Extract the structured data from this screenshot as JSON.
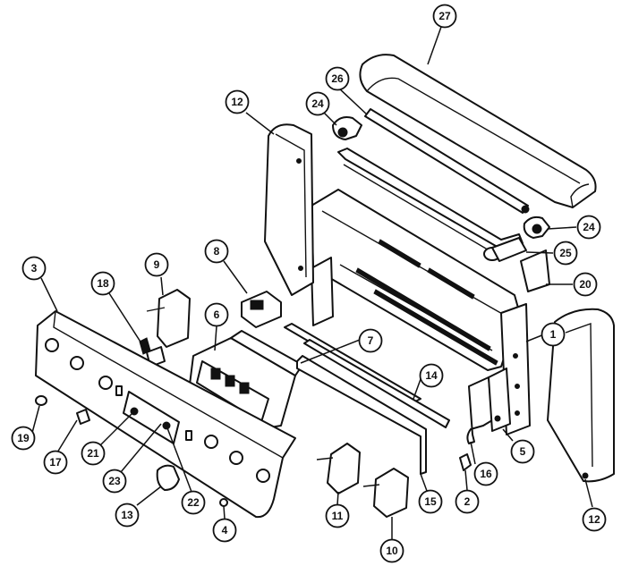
{
  "callouts": [
    {
      "id": "c27a",
      "label": "27"
    },
    {
      "id": "c26",
      "label": "26"
    },
    {
      "id": "c24a",
      "label": "24"
    },
    {
      "id": "c12a",
      "label": "12"
    },
    {
      "id": "c24b",
      "label": "24"
    },
    {
      "id": "c25",
      "label": "25"
    },
    {
      "id": "c20",
      "label": "20"
    },
    {
      "id": "c9",
      "label": "9"
    },
    {
      "id": "c8",
      "label": "8"
    },
    {
      "id": "c3",
      "label": "3"
    },
    {
      "id": "c18a",
      "label": "18"
    },
    {
      "id": "c6",
      "label": "6"
    },
    {
      "id": "c7",
      "label": "7"
    },
    {
      "id": "c1",
      "label": "1"
    },
    {
      "id": "c14",
      "label": "14"
    },
    {
      "id": "c19",
      "label": "19"
    },
    {
      "id": "c17",
      "label": "17"
    },
    {
      "id": "c21",
      "label": "21"
    },
    {
      "id": "c23",
      "label": "23"
    },
    {
      "id": "c22",
      "label": "22"
    },
    {
      "id": "c13",
      "label": "13"
    },
    {
      "id": "c4",
      "label": "4"
    },
    {
      "id": "c11",
      "label": "11"
    },
    {
      "id": "c10",
      "label": "10"
    },
    {
      "id": "c15",
      "label": "15"
    },
    {
      "id": "c2",
      "label": "2"
    },
    {
      "id": "c16",
      "label": "16"
    },
    {
      "id": "c5",
      "label": "5"
    },
    {
      "id": "c12b",
      "label": "12"
    }
  ]
}
